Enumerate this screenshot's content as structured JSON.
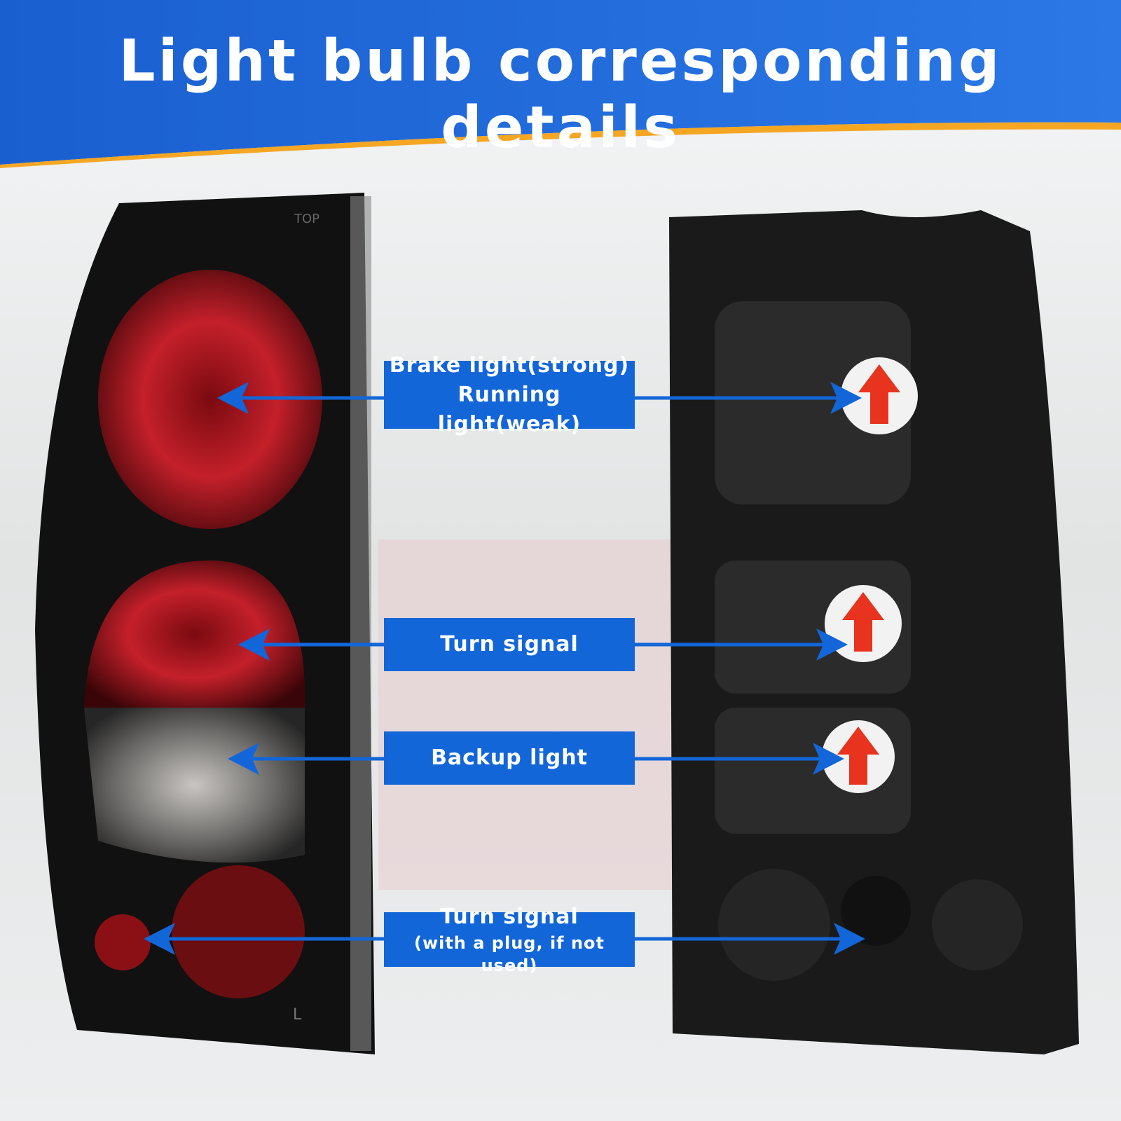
{
  "header": {
    "title": "Light bulb corresponding details"
  },
  "labels": [
    {
      "line1": "Brake light(strong)",
      "line2": "Running light(weak)"
    },
    {
      "line1": "Turn signal"
    },
    {
      "line1": "Backup light"
    },
    {
      "line1": "Turn signal",
      "line2": "(with a plug, if not used)"
    }
  ],
  "colors": {
    "banner": "#1266d8",
    "accent_line": "#f5a623",
    "arrow": "#1266d8",
    "bulb_arrow": "#e8331f"
  },
  "lamp_markings": {
    "top": "TOP",
    "side": "L"
  }
}
